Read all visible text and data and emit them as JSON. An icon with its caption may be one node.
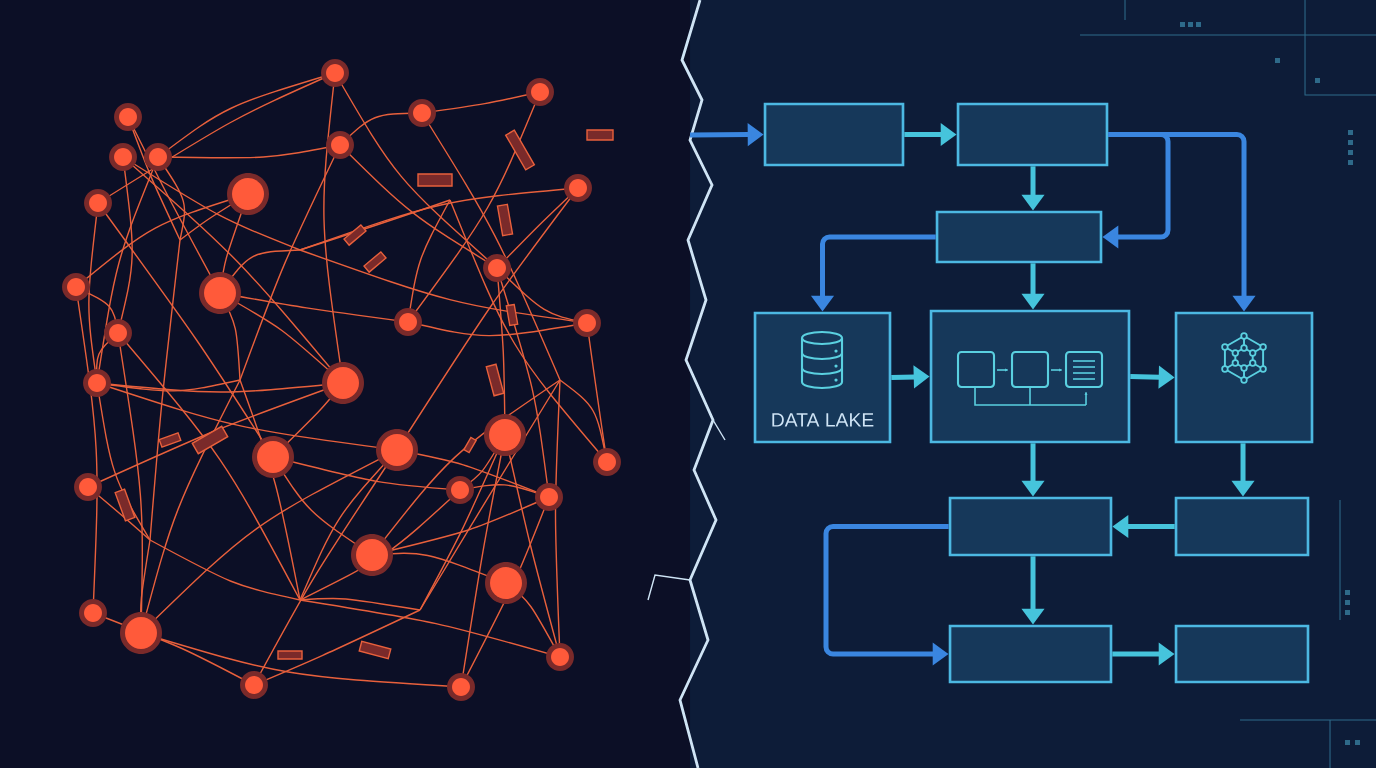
{
  "diagram": {
    "nodes": [
      {
        "text": [],
        "shape": "box"
      },
      {
        "text": [],
        "shape": "box"
      },
      {
        "text": [],
        "shape": "box"
      },
      {
        "text": [
          "DATA LAKE"
        ]
      },
      {
        "text": [],
        "shape": "box"
      },
      {
        "text": [],
        "shape": "box"
      },
      {
        "text": [],
        "shape": "box"
      },
      {
        "text": [],
        "shape": "box"
      },
      {
        "text": [],
        "shape": "box"
      },
      {
        "text": [],
        "shape": "box"
      }
    ],
    "edges": [
      {
        "from": null,
        "to": 0,
        "arrow": "to",
        "color": "#3a86e0"
      },
      {
        "from": 0,
        "to": 1,
        "arrow": "to"
      },
      {
        "from": 1,
        "to": 2,
        "arrow": "to"
      },
      {
        "from": 1,
        "to": 2,
        "arrow": "to",
        "color": "#3a86e0"
      },
      {
        "from": 1,
        "to": 5,
        "arrow": "to",
        "color": "#3a86e0"
      },
      {
        "from": 2,
        "to": 3,
        "arrow": "to",
        "color": "#3a86e0"
      },
      {
        "from": 2,
        "to": 4,
        "arrow": "to"
      },
      {
        "from": 3,
        "to": 4,
        "arrow": "to"
      },
      {
        "from": 4,
        "to": 5,
        "arrow": "to"
      },
      {
        "from": 4,
        "to": 6,
        "arrow": "to"
      },
      {
        "from": 5,
        "to": 7,
        "arrow": "to"
      },
      {
        "from": 7,
        "to": 6,
        "arrow": "to"
      },
      {
        "from": 6,
        "to": 8,
        "arrow": "to"
      },
      {
        "from": 6,
        "to": 8,
        "arrow": "to",
        "color": "#3a86e0"
      },
      {
        "from": 8,
        "to": 9,
        "arrow": "to"
      }
    ]
  }
}
